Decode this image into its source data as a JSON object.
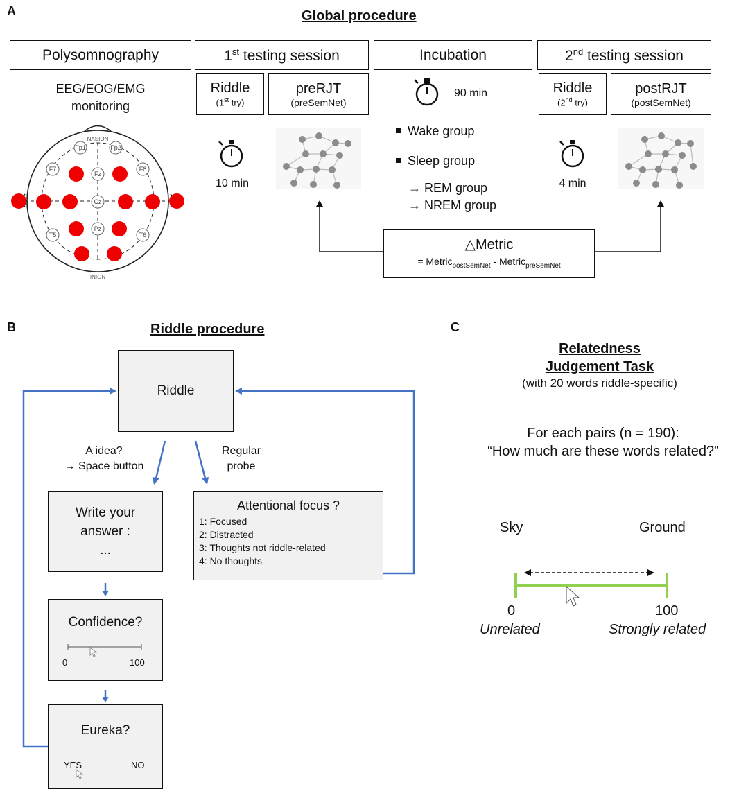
{
  "panelA": {
    "letter": "A",
    "title": "Global procedure",
    "polysomnography": "Polysomnography",
    "eeg_line1": "EEG/EOG/EMG",
    "eeg_line2": "monitoring",
    "electrodes": {
      "nasion": "NASION",
      "inion": "INION",
      "Fp1": "Fp1",
      "Fp2": "Fp2",
      "F7": "F7",
      "F8": "F8",
      "Fz": "Fz",
      "Cz": "Cz",
      "Pz": "Pz",
      "T5": "T5",
      "T6": "T6"
    },
    "session1": {
      "num": "1",
      "sup": "st",
      "rest": " testing session"
    },
    "incubation": "Incubation",
    "session2": {
      "num": "2",
      "sup": "nd",
      "rest": " testing session"
    },
    "riddle1": {
      "title": "Riddle",
      "sub_pre": "(1",
      "sub_sup": "st",
      "sub_post": " try)"
    },
    "prerjt": {
      "title": "preRJT",
      "sub": "(preSemNet)"
    },
    "riddle2": {
      "title": "Riddle",
      "sub_pre": "(2",
      "sub_sup": "nd",
      "sub_post": " try)"
    },
    "postrjt": {
      "title": "postRJT",
      "sub": "(postSemNet)"
    },
    "timer1": "10 min",
    "timer_incubation": "90 min",
    "timer2": "4 min",
    "groups": {
      "wake": "Wake group",
      "sleep": "Sleep group",
      "rem": "→ REM group",
      "nrem": "→ NREM group"
    },
    "delta": {
      "title": "△Metric",
      "eq_prefix": "= Metric",
      "sub_post": "postSemNet",
      "minus": " - Metric",
      "sub_pre": "preSemNet"
    }
  },
  "panelB": {
    "letter": "B",
    "title": "Riddle procedure",
    "riddle": "Riddle",
    "idea_line1": "A idea?",
    "idea_line2": "→ Space button",
    "probe_line1": "Regular",
    "probe_line2": "probe",
    "write_line1": "Write your",
    "write_line2": "answer :",
    "write_line3": "...",
    "attentional": {
      "title": "Attentional focus ?",
      "options": [
        "1: Focused",
        "2: Distracted",
        "3: Thoughts not riddle-related",
        "4: No thoughts"
      ]
    },
    "confidence": {
      "title": "Confidence?",
      "min": "0",
      "max": "100"
    },
    "eureka": {
      "title": "Eureka?",
      "yes": "YES",
      "no": "NO"
    }
  },
  "panelC": {
    "letter": "C",
    "title_line1": "Relatedness",
    "title_line2": "Judgement Task",
    "subtitle": "(with 20 words riddle-specific)",
    "pairs_line1": "For each pairs (n = 190):",
    "pairs_line2": "“How much are these words related?”",
    "left_word": "Sky",
    "right_word": "Ground",
    "min": "0",
    "max": "100",
    "min_label": "Unrelated",
    "max_label": "Strongly related"
  },
  "colors": {
    "electrode_red": "#ee0000",
    "flow_arrow_blue": "#4472c4",
    "scale_green": "#92d050",
    "node_gray": "#8c8c8c"
  },
  "icons": [
    "stopwatch-icon",
    "network-graph-icon",
    "mouse-cursor-icon",
    "head-cap-icon"
  ]
}
